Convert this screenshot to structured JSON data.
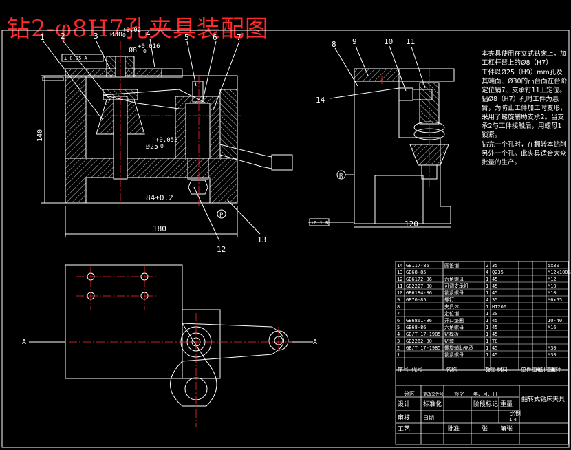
{
  "title": "钻2-φ8H7孔夹具装配图",
  "technical_notes": [
    "本夹具使用在立式钻床上，加工杠杆臂上的Ø8（H7）",
    "工件以Ø25（H9）mm孔及其端面、Ø30的凸台面在台阶定位销7、支承钉11上定位。钻Ø8（H7）孔时工件为悬臂，为防止工件加工时变形，采用了螺旋辅助支承2。当支承2与工件接触后，用螺母1锁紧。",
    "钻完一个孔时，在翻转本钻削另外一个孔。此夹具适合大众批量的生产。"
  ],
  "front_view": {
    "callouts": [
      "1",
      "2",
      "3",
      "4",
      "5",
      "6",
      "7",
      "12",
      "13"
    ],
    "dims": {
      "width": "180",
      "height": "140",
      "center_dist": "84±0.2",
      "dia30": "Ø30",
      "dia8": "Ø8",
      "dia25": "Ø25",
      "tol_016": "+0.016",
      "tol_052": "+0.052",
      "tol_02": "+0.02",
      "zero1": "0",
      "zero2": "0",
      "zero3": "0",
      "left_tol": "⊥ 0.05 A"
    },
    "datum": "P"
  },
  "side_view": {
    "callouts": [
      "8",
      "9",
      "10",
      "11",
      "14"
    ],
    "dims": {
      "width": "120"
    },
    "datum": "R",
    "tol_box": "⊥0.1 B"
  },
  "plan_view": {
    "section_label_left": "A",
    "section_label_right": "A"
  },
  "parts_table": {
    "rows": [
      [
        "14",
        "GB117-86",
        "圆锥销",
        "2",
        "35",
        "",
        "5x30"
      ],
      [
        "13",
        "GB68-85",
        "",
        "4",
        "Q235",
        "",
        "M12x100GV"
      ],
      [
        "12",
        "GB6172-86",
        "六角螺母",
        "1",
        "45",
        "",
        "M12"
      ],
      [
        "11",
        "GB2227-80",
        "可调支承钉",
        "1",
        "45",
        "",
        "M10"
      ],
      [
        "10",
        "GB6184-86",
        "锁紧螺母",
        "1",
        "45",
        "",
        "M10"
      ],
      [
        "9",
        "GB70-85",
        "螺钉",
        "4",
        "35",
        "",
        "M6x55"
      ],
      [
        "8",
        "",
        "夹具体",
        "1",
        "HT200",
        "",
        ""
      ],
      [
        "7",
        "",
        "定位销",
        "1",
        "20",
        "",
        ""
      ],
      [
        "6",
        "GB6861-86",
        "开口垫圈",
        "1",
        "45",
        "",
        "10-40"
      ],
      [
        "5",
        "GB68-86",
        "六角螺母",
        "1",
        "45",
        "",
        "M16"
      ],
      [
        "4",
        "GB/T 17-1985",
        "钻模板",
        "1",
        "45",
        "",
        ""
      ],
      [
        "3",
        "GB2262-80",
        "钻套",
        "1",
        "T8",
        "",
        ""
      ],
      [
        "2",
        "GB/T 17-1985",
        "螺旋辅助支承",
        "1",
        "45",
        "",
        "M30"
      ],
      [
        "1",
        "",
        "锁紧螺母",
        "1",
        "45",
        "",
        "M30"
      ]
    ],
    "header": [
      "序号",
      "代号",
      "名称",
      "数量",
      "材料",
      "单件重量",
      "总计重量",
      "备注"
    ]
  },
  "title_block": {
    "drawing_name": "翻转式钻床夹具",
    "scale_label": "比例",
    "scale_value": "1:4",
    "weight_label": "重量",
    "stage_label": "阶段标记",
    "design_label": "设计",
    "check_label": "审核",
    "craft_label": "工艺",
    "std_label": "标准化",
    "approve_label": "批准",
    "date_label": "日期",
    "sheet_label": "张",
    "sheet_of": "第张",
    "zones": "分区",
    "change_no": "更改文件号",
    "sign": "签名",
    "ymd": "年、月、日"
  },
  "colors": {
    "background": "#000000",
    "outline": "#ffffff",
    "hatch": "#ffffff",
    "centerline": "#ff2a2a",
    "title": "#ff2a2a",
    "dimension": "#ffffff"
  }
}
